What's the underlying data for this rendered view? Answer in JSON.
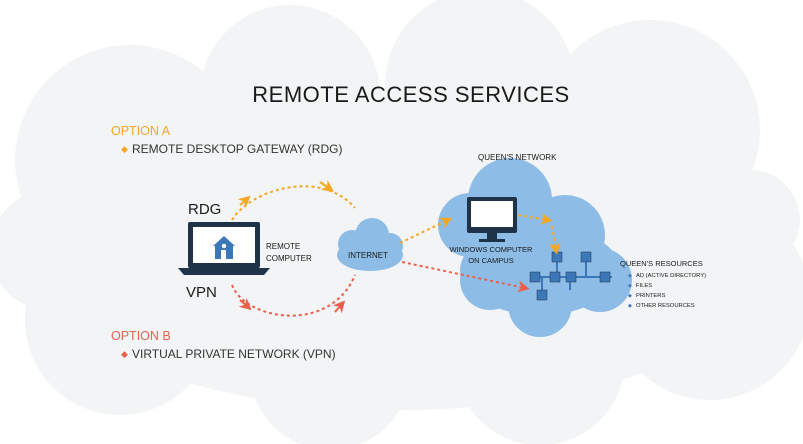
{
  "title": "REMOTE ACCESS SERVICES",
  "option_a": {
    "heading": "OPTION A",
    "bullet": "◆",
    "label": "REMOTE DESKTOP GATEWAY (RDG)",
    "color": "#f5a623"
  },
  "option_b": {
    "heading": "OPTION B",
    "bullet": "◆",
    "label": "VIRTUAL PRIVATE NETWORK (VPN)",
    "color": "#e8604c"
  },
  "remote": {
    "rdg_label": "RDG",
    "vpn_label": "VPN",
    "computer_label_line1": "REMOTE",
    "computer_label_line2": "COMPUTER",
    "icon": "house-icon"
  },
  "internet": {
    "label": "INTERNET"
  },
  "network": {
    "label": "QUEEN'S NETWORK",
    "computer_label_line1": "WINDOWS COMPUTER",
    "computer_label_line2": "ON CAMPUS",
    "icon": "monitor-icon"
  },
  "resources": {
    "heading": "QUEEN'S RESOURCES",
    "bullet": "◆",
    "items": [
      "AD (ACTIVE DIRECTORY)",
      "FILES",
      "PRINTERS",
      "OTHER RESOURCES"
    ]
  },
  "colors": {
    "background_cloud": "#f3f4f5",
    "cloud_blue": "#8dbde6",
    "navy": "#1f3348",
    "device_blue": "#3c78b8",
    "text_dark": "#2a2a2a",
    "text_grey": "#333333"
  }
}
